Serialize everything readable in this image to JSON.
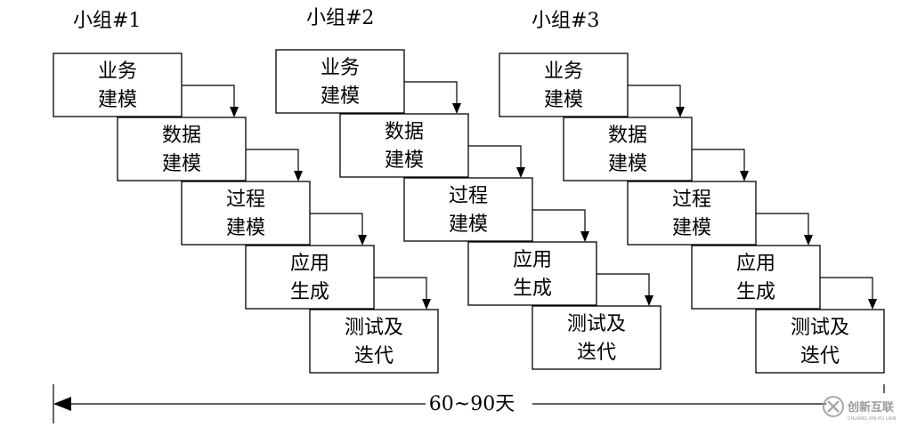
{
  "diagram": {
    "groups": [
      {
        "title": "小组#1",
        "steps": [
          {
            "line1": "业务",
            "line2": "建模"
          },
          {
            "line1": "数据",
            "line2": "建模"
          },
          {
            "line1": "过程",
            "line2": "建模"
          },
          {
            "line1": "应用",
            "line2": "生成"
          },
          {
            "line1": "测试及",
            "line2": "迭代"
          }
        ]
      },
      {
        "title": "小组#2",
        "steps": [
          {
            "line1": "业务",
            "line2": "建模"
          },
          {
            "line1": "数据",
            "line2": "建模"
          },
          {
            "line1": "过程",
            "line2": "建模"
          },
          {
            "line1": "应用",
            "line2": "生成"
          },
          {
            "line1": "测试及",
            "line2": "迭代"
          }
        ]
      },
      {
        "title": "小组#3",
        "steps": [
          {
            "line1": "业务",
            "line2": "建模"
          },
          {
            "line1": "数据",
            "line2": "建模"
          },
          {
            "line1": "过程",
            "line2": "建模"
          },
          {
            "line1": "应用",
            "line2": "生成"
          },
          {
            "line1": "测试及",
            "line2": "迭代"
          }
        ]
      }
    ],
    "duration_label": "60~90天"
  },
  "watermark": {
    "brand_cn": "创新互联",
    "brand_en": "CHUANG XIN HU LIAN",
    "icon": "x-logo-icon"
  }
}
